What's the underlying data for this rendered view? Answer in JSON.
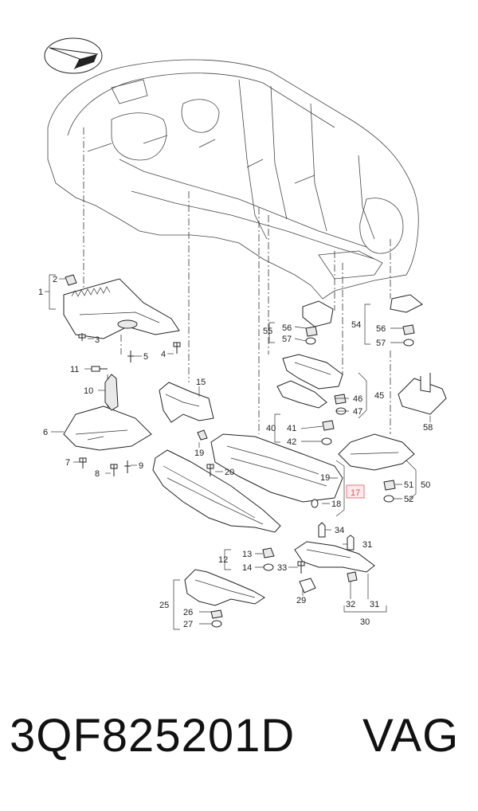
{
  "diagram": {
    "labels": {
      "l1": "1",
      "l2": "2",
      "l3": "3",
      "l4": "4",
      "l5": "5",
      "l6": "6",
      "l7": "7",
      "l8": "8",
      "l9": "9",
      "l10": "10",
      "l11": "11",
      "l12": "12",
      "l13": "13",
      "l14": "14",
      "l15": "15",
      "l17": "17",
      "l18": "18",
      "l19a": "19",
      "l19b": "19",
      "l20": "20",
      "l25": "25",
      "l26": "26",
      "l27": "27",
      "l29": "29",
      "l30": "30",
      "l31a": "31",
      "l31b": "31",
      "l32": "32",
      "l33": "33",
      "l34": "34",
      "l40": "40",
      "l41": "41",
      "l42": "42",
      "l45": "45",
      "l46": "46",
      "l47": "47",
      "l50": "50",
      "l51": "51",
      "l52": "52",
      "l54": "54",
      "l55": "55",
      "l56a": "56",
      "l56b": "56",
      "l57a": "57",
      "l57b": "57",
      "l58": "58"
    },
    "highlight_color": "#e57a87"
  },
  "footer": {
    "part_number": "3QF825201D",
    "brand": "VAG"
  }
}
